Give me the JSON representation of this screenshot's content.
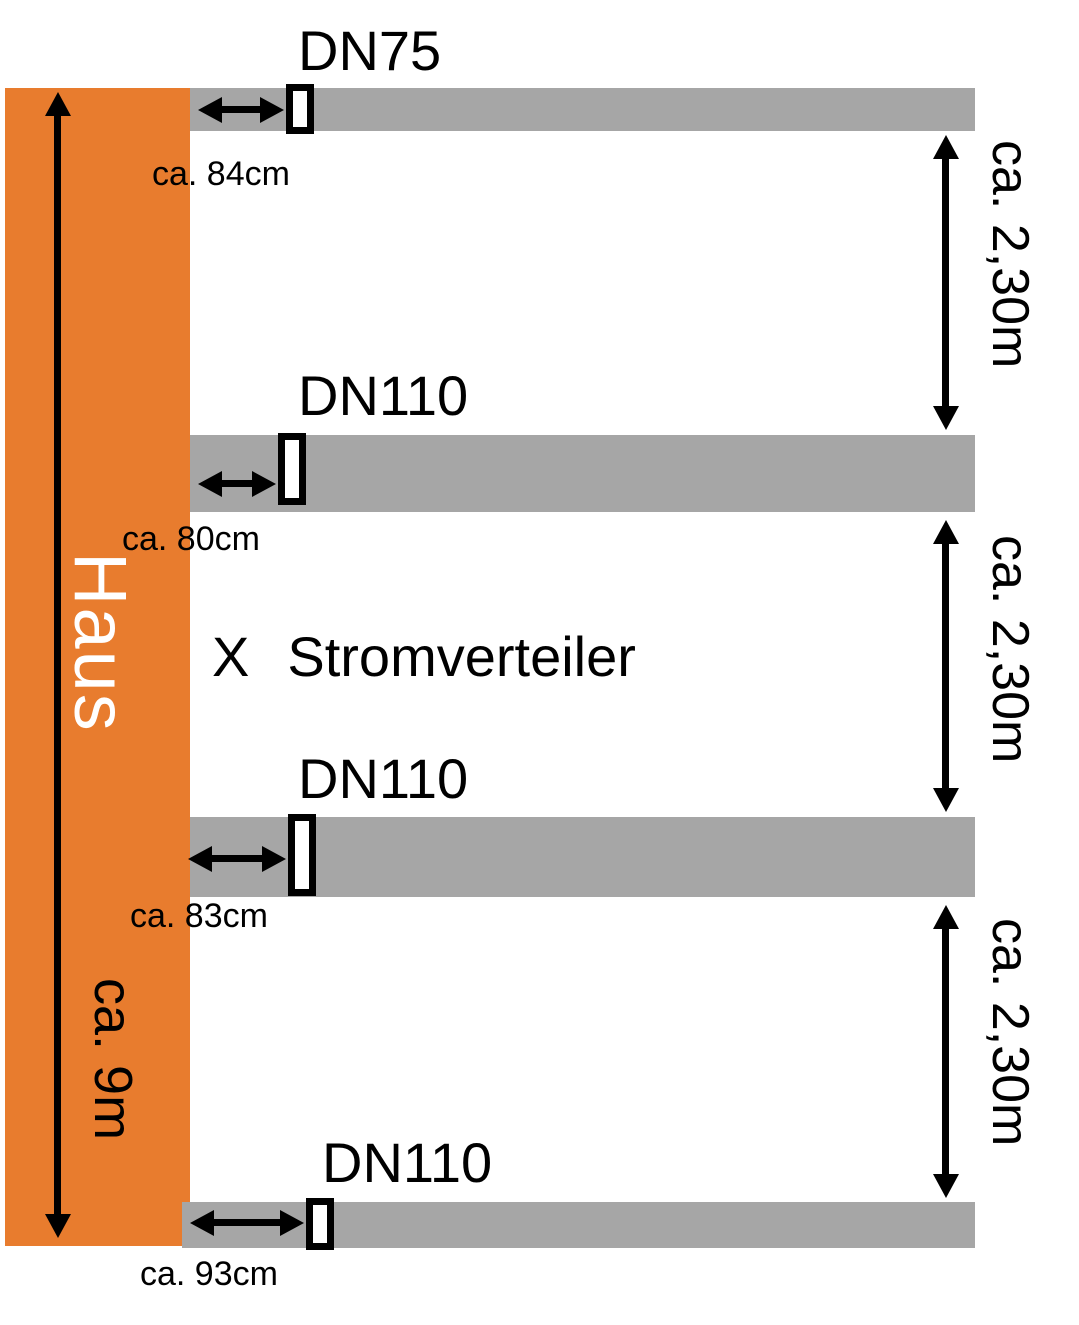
{
  "house": {
    "label": "Haus",
    "height_label": "ca. 9m"
  },
  "distributor": {
    "marker": "X",
    "label": "Stromverteiler"
  },
  "pipes": [
    {
      "label": "DN75",
      "offset_label": "ca. 84cm"
    },
    {
      "label": "DN110",
      "offset_label": "ca. 80cm"
    },
    {
      "label": "DN110",
      "offset_label": "ca. 83cm"
    },
    {
      "label": "DN110",
      "offset_label": "ca. 93cm"
    }
  ],
  "spacings": [
    {
      "label": "ca. 2,30m"
    },
    {
      "label": "ca. 2,30m"
    },
    {
      "label": "ca. 2,30m"
    }
  ],
  "colors": {
    "house": "#E87C2E",
    "pipe": "#A6A6A6",
    "arrow": "#000000"
  }
}
